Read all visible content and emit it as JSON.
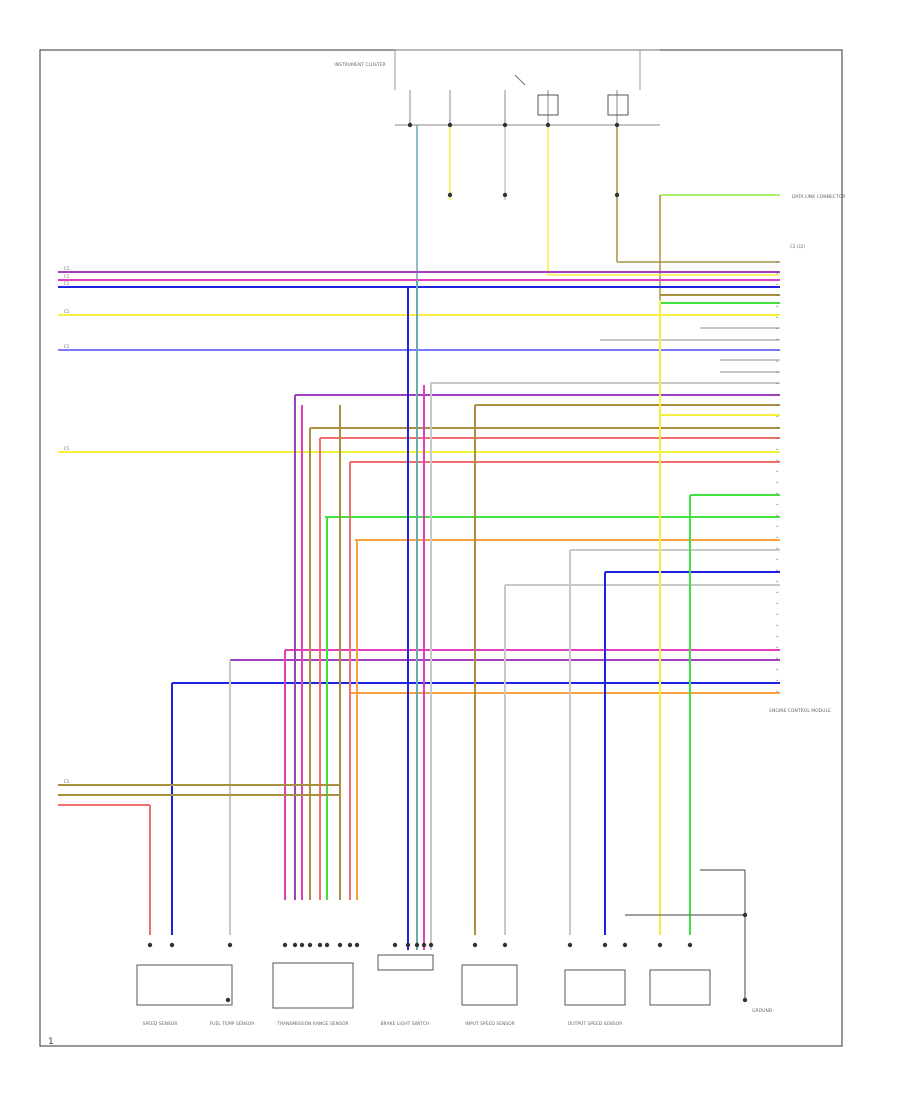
{
  "colors": {
    "border": "#555555",
    "wire_pink": "#e040c0",
    "wire_purple": "#a040c0",
    "wire_blue": "#2020e0",
    "wire_lightblue": "#7a7aff",
    "wire_yellow": "#f4f040",
    "wire_olive": "#a89040",
    "wire_red": "#f07070",
    "wire_orange": "#f8a040",
    "wire_green": "#40e040",
    "wire_lime": "#90f040",
    "wire_gray": "#c8c8c8",
    "wire_teal": "#6aaab0"
  },
  "page_number": "1",
  "labels": {
    "instrument_cluster": "INSTRUMENT CLUSTER",
    "diag_connector": "DATA LINK CONNECTOR",
    "brake_light_switch": "BRAKE LIGHT SWITCH",
    "ecm": "ENGINE CONTROL MODULE",
    "transmission_sensor": "TRANSMISSION RANGE SENSOR",
    "speed_sensor": "SPEED SENSOR",
    "fuel_temp": "FUEL TEMP SENSOR",
    "input_speed": "INPUT SPEED SENSOR",
    "output_speed": "OUTPUT SPEED SENSOR",
    "ground": "GROUND"
  }
}
